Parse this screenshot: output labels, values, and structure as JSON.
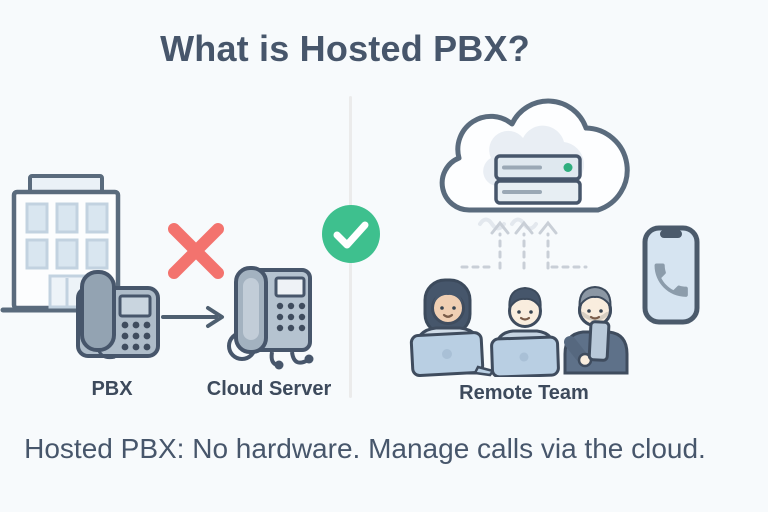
{
  "header": {
    "title": "What is Hosted PBX?"
  },
  "left_scene": {
    "pbx_label": "PBX",
    "cloud_server_label": "Cloud Server",
    "verdict_icon": "red-cross"
  },
  "right_scene": {
    "remote_team_label": "Remote Team",
    "verdict_icon": "green-check"
  },
  "footer": {
    "caption": "Hosted PBX: No hardware. Manage calls via the cloud."
  },
  "icons": [
    "office-building-icon",
    "desk-phone-icon",
    "cross-icon",
    "arrow-right-icon",
    "wired-desk-phone-icon",
    "check-icon",
    "cloud-server-icon",
    "uplink-dashed-arrows-icon",
    "person-laptop-icon",
    "person-laptop-icon",
    "person-smartphone-icon",
    "smartphone-call-icon"
  ],
  "colors": {
    "background": "#f7fafc",
    "ink": "#47566b",
    "outline": "#5a6b7d",
    "cross_red": "#f3736e",
    "check_green": "#3ec08e",
    "divider": "#ebebeb",
    "window_blue": "#d9e6f0",
    "screen_blue": "#d6e4f1",
    "phone_gray": "#aebcc9",
    "server_dot_green": "#2fae7e"
  }
}
